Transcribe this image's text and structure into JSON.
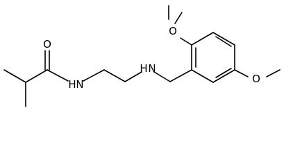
{
  "molecule": {
    "atoms": {
      "carbonyl_oxygen": "O",
      "amide_nitrogen": "N",
      "amide_hydrogen": "H",
      "amine_nitrogen": "N",
      "amine_hydrogen": "H",
      "methoxy_top_oxygen": "O",
      "methoxy_bottom_oxygen": "O"
    }
  }
}
